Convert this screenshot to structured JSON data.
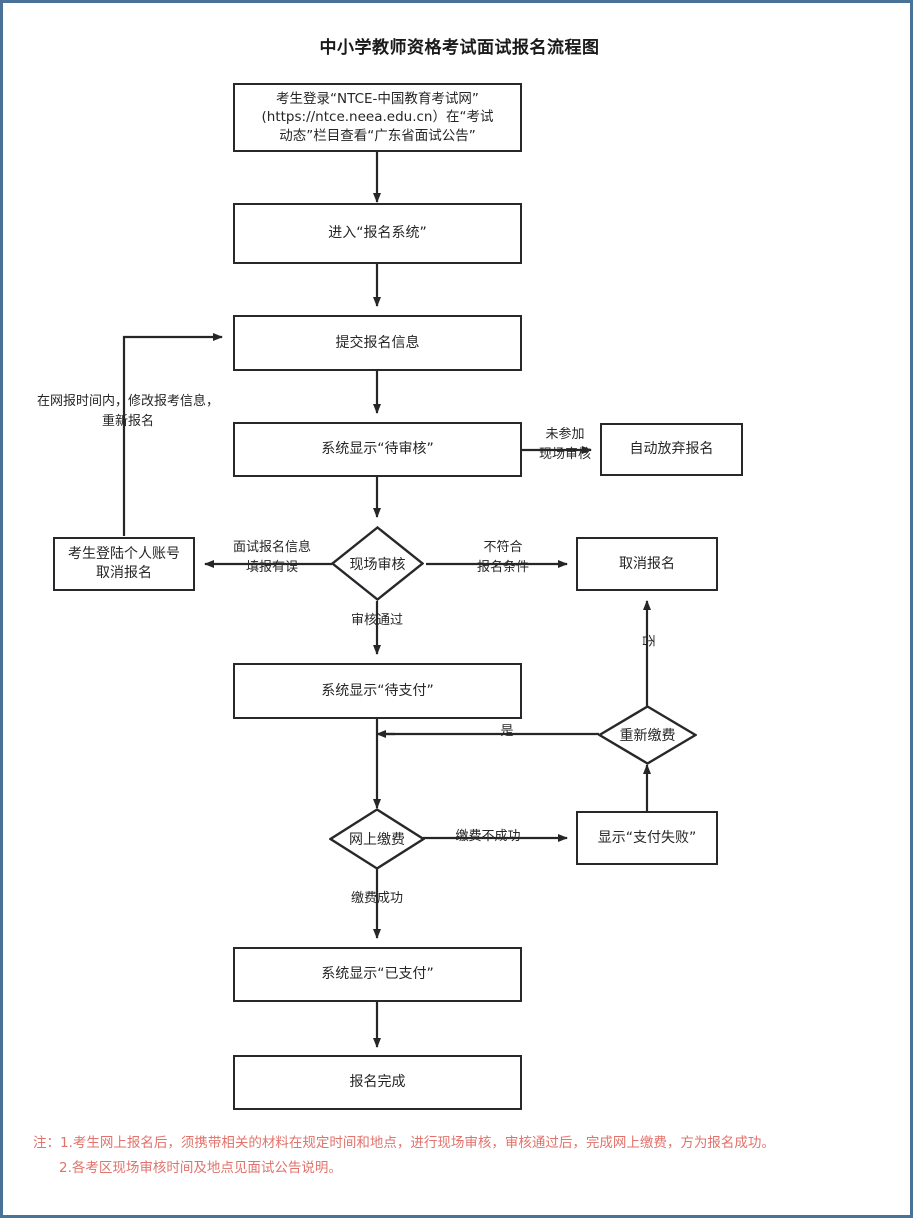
{
  "title": "中小学教师资格考试面试报名流程图",
  "theme": {
    "frame_border": "#4a7299",
    "node_border": "#26282b",
    "node_text": "#262626",
    "edge_stroke": "#262626",
    "note_color": "#e2736c",
    "background": "#ffffff"
  },
  "nodes": {
    "login": "考生登录“NTCE-中国教育考试网”\n(https://ntce.neea.edu.cn）在“考试\n动态”栏目查看“广东省面试公告”",
    "enter_system": "进入“报名系统”",
    "submit_info": "提交报名信息",
    "pending_review": "系统显示“待审核”",
    "auto_abandon": "自动放弃报名",
    "cancel_by_user": "考生登陆个人账号\n取消报名",
    "onsite_review": "现场审核",
    "cancel_registration": "取消报名",
    "pending_payment": "系统显示“待支付”",
    "repay": "重新缴费",
    "online_pay": "网上缴费",
    "pay_failed": "显示“支付失败”",
    "paid": "系统显示“已支付”",
    "finished": "报名完成"
  },
  "edge_labels": {
    "not_attend_onsite": "未参加\n现场审核",
    "reapply_note": "在网报时间内，修改报考信息，\n重新报名",
    "info_wrong": "面试报名信息\n填报有误",
    "not_qualified": "不符合\n报名条件",
    "review_passed": "审核通过",
    "repay_no": "否",
    "repay_yes": "是",
    "pay_failed_label": "缴费不成功",
    "pay_success": "缴费成功"
  },
  "footnote": {
    "line1": "注：1.考生网上报名后，须携带相关的材料在规定时间和地点，进行现场审核，审核通过后，完成网上缴费，方为报名成功。",
    "line2": "2.各考区现场审核时间及地点见面试公告说明。"
  }
}
